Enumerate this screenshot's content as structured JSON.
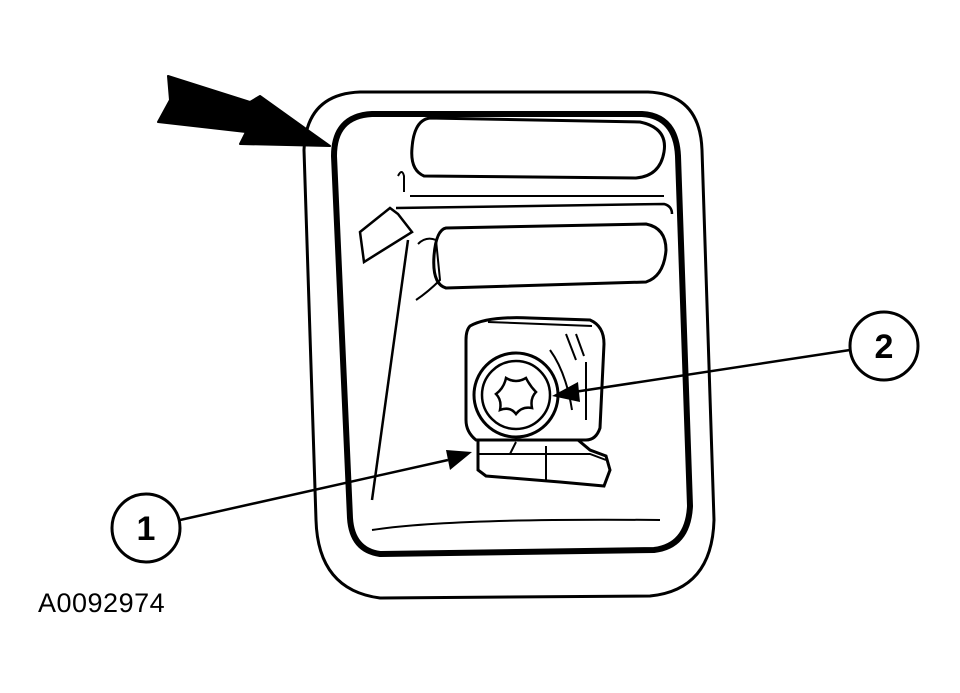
{
  "callouts": [
    {
      "id": "1",
      "label": "1"
    },
    {
      "id": "2",
      "label": "2"
    }
  ],
  "figure_id": "A0092974",
  "colors": {
    "line": "#000000",
    "background": "#ffffff"
  },
  "icons": [
    "direction-arrow-icon",
    "torx-screw-icon"
  ]
}
